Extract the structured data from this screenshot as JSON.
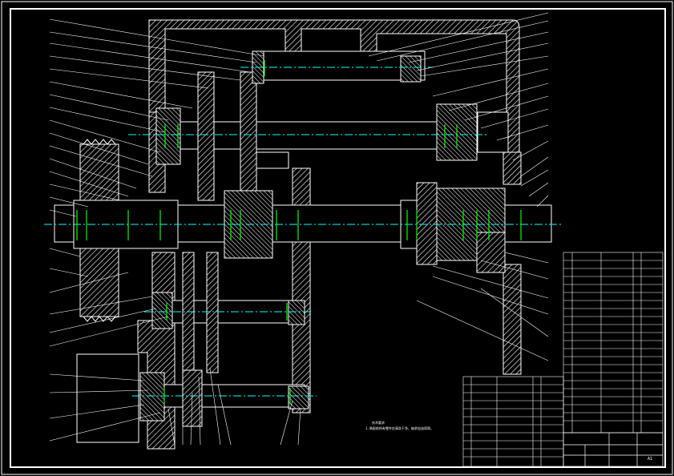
{
  "drawing": {
    "type": "gearbox-assembly-cad-drawing",
    "background": "#000000",
    "line_color": "#ffffff",
    "center_color": "#00ffff",
    "marker_color": "#00ff00",
    "hatch_color": "#ffffff"
  },
  "notes": {
    "title": "技术要求",
    "body": "1.装配前所有零件应清洗干净，轴承加油润滑。"
  },
  "title_block": {
    "sheet_no": "A1"
  }
}
